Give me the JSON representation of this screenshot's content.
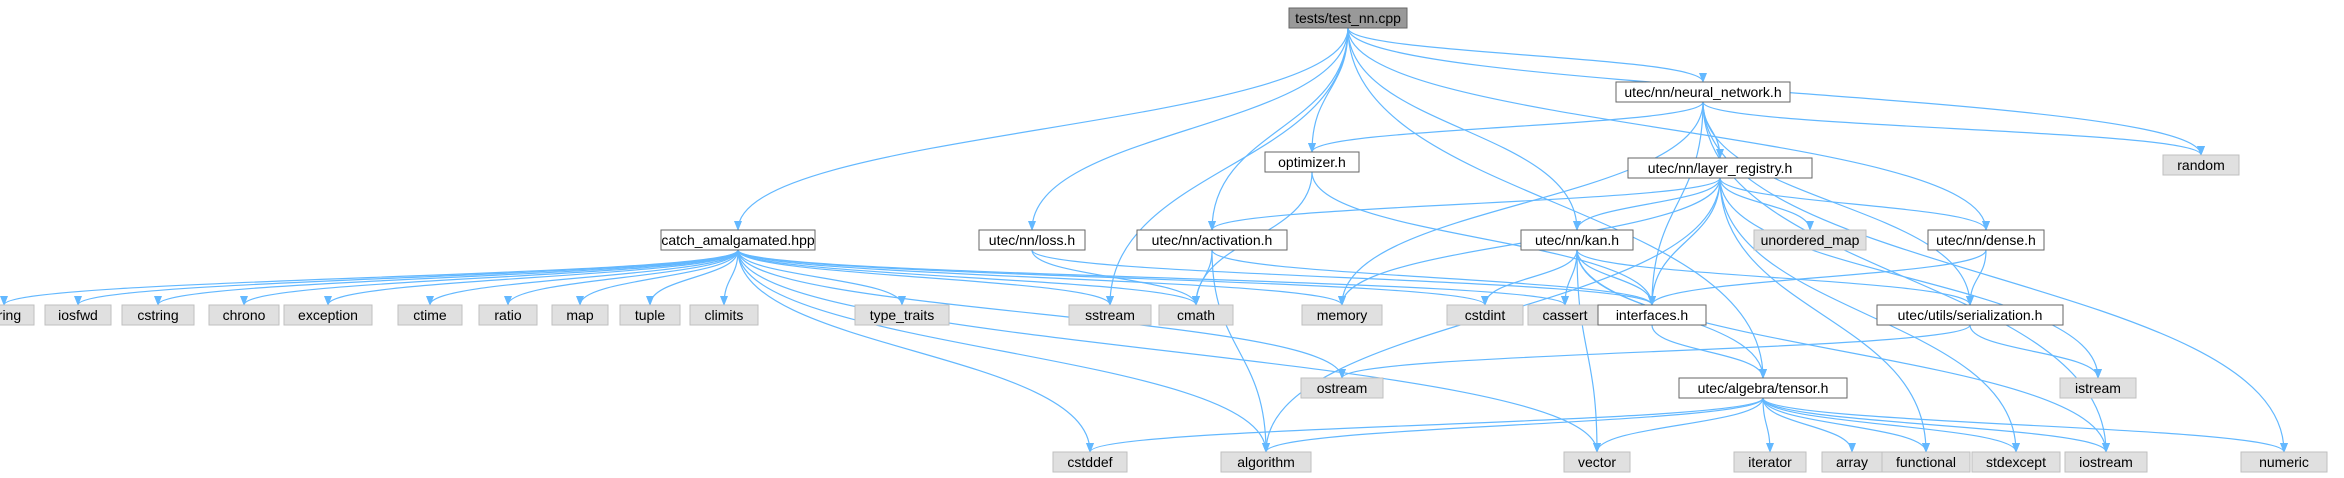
{
  "colors": {
    "edge": "#63b8ff",
    "root_fill": "#999999",
    "project_fill": "#ffffff",
    "system_fill": "#e0e0e0",
    "system_stroke": "#bfbfbf",
    "project_stroke": "#666666",
    "text": "#000000"
  },
  "nodes": [
    {
      "id": "tests_test_nn_cpp",
      "label": "tests/test_nn.cpp",
      "kind": "root"
    },
    {
      "id": "neural_network_h",
      "label": "utec/nn/neural_network.h",
      "kind": "project"
    },
    {
      "id": "random",
      "label": "random",
      "kind": "system"
    },
    {
      "id": "optimizer_h",
      "label": "optimizer.h",
      "kind": "project"
    },
    {
      "id": "layer_registry_h",
      "label": "utec/nn/layer_registry.h",
      "kind": "project"
    },
    {
      "id": "catch_amalgamated_hpp",
      "label": "catch_amalgamated.hpp",
      "kind": "project"
    },
    {
      "id": "loss_h",
      "label": "utec/nn/loss.h",
      "kind": "project"
    },
    {
      "id": "activation_h",
      "label": "utec/nn/activation.h",
      "kind": "project"
    },
    {
      "id": "kan_h",
      "label": "utec/nn/kan.h",
      "kind": "project"
    },
    {
      "id": "unordered_map",
      "label": "unordered_map",
      "kind": "system"
    },
    {
      "id": "dense_h",
      "label": "utec/nn/dense.h",
      "kind": "project"
    },
    {
      "id": "string",
      "label": "string",
      "kind": "system"
    },
    {
      "id": "iosfwd",
      "label": "iosfwd",
      "kind": "system"
    },
    {
      "id": "cstring",
      "label": "cstring",
      "kind": "system"
    },
    {
      "id": "chrono",
      "label": "chrono",
      "kind": "system"
    },
    {
      "id": "exception",
      "label": "exception",
      "kind": "system"
    },
    {
      "id": "ctime",
      "label": "ctime",
      "kind": "system"
    },
    {
      "id": "ratio",
      "label": "ratio",
      "kind": "system"
    },
    {
      "id": "map",
      "label": "map",
      "kind": "system"
    },
    {
      "id": "tuple",
      "label": "tuple",
      "kind": "system"
    },
    {
      "id": "climits",
      "label": "climits",
      "kind": "system"
    },
    {
      "id": "type_traits",
      "label": "type_traits",
      "kind": "system"
    },
    {
      "id": "sstream",
      "label": "sstream",
      "kind": "system"
    },
    {
      "id": "cmath",
      "label": "cmath",
      "kind": "system"
    },
    {
      "id": "memory",
      "label": "memory",
      "kind": "system"
    },
    {
      "id": "cstdint",
      "label": "cstdint",
      "kind": "system"
    },
    {
      "id": "cassert",
      "label": "cassert",
      "kind": "system"
    },
    {
      "id": "interfaces_h",
      "label": "interfaces.h",
      "kind": "project"
    },
    {
      "id": "serialization_h",
      "label": "utec/utils/serialization.h",
      "kind": "project"
    },
    {
      "id": "ostream",
      "label": "ostream",
      "kind": "system"
    },
    {
      "id": "tensor_h",
      "label": "utec/algebra/tensor.h",
      "kind": "project"
    },
    {
      "id": "istream",
      "label": "istream",
      "kind": "system"
    },
    {
      "id": "cstddef",
      "label": "cstddef",
      "kind": "system"
    },
    {
      "id": "algorithm",
      "label": "algorithm",
      "kind": "system"
    },
    {
      "id": "vector",
      "label": "vector",
      "kind": "system"
    },
    {
      "id": "iterator",
      "label": "iterator",
      "kind": "system"
    },
    {
      "id": "array",
      "label": "array",
      "kind": "system"
    },
    {
      "id": "functional",
      "label": "functional",
      "kind": "system"
    },
    {
      "id": "stdexcept",
      "label": "stdexcept",
      "kind": "system"
    },
    {
      "id": "iostream",
      "label": "iostream",
      "kind": "system"
    },
    {
      "id": "numeric",
      "label": "numeric",
      "kind": "system"
    }
  ],
  "edges": [
    [
      "tests_test_nn_cpp",
      "catch_amalgamated_hpp"
    ],
    [
      "tests_test_nn_cpp",
      "sstream"
    ],
    [
      "tests_test_nn_cpp",
      "loss_h"
    ],
    [
      "tests_test_nn_cpp",
      "activation_h"
    ],
    [
      "tests_test_nn_cpp",
      "optimizer_h"
    ],
    [
      "tests_test_nn_cpp",
      "kan_h"
    ],
    [
      "tests_test_nn_cpp",
      "neural_network_h"
    ],
    [
      "tests_test_nn_cpp",
      "random"
    ],
    [
      "tests_test_nn_cpp",
      "dense_h"
    ],
    [
      "tests_test_nn_cpp",
      "tensor_h"
    ],
    [
      "neural_network_h",
      "optimizer_h"
    ],
    [
      "neural_network_h",
      "layer_registry_h"
    ],
    [
      "neural_network_h",
      "random"
    ],
    [
      "neural_network_h",
      "memory"
    ],
    [
      "neural_network_h",
      "interfaces_h"
    ],
    [
      "neural_network_h",
      "serialization_h"
    ],
    [
      "neural_network_h",
      "iostream"
    ],
    [
      "neural_network_h",
      "numeric"
    ],
    [
      "optimizer_h",
      "cmath"
    ],
    [
      "optimizer_h",
      "interfaces_h"
    ],
    [
      "layer_registry_h",
      "activation_h"
    ],
    [
      "layer_registry_h",
      "kan_h"
    ],
    [
      "layer_registry_h",
      "unordered_map"
    ],
    [
      "layer_registry_h",
      "dense_h"
    ],
    [
      "layer_registry_h",
      "memory"
    ],
    [
      "layer_registry_h",
      "interfaces_h"
    ],
    [
      "layer_registry_h",
      "algorithm"
    ],
    [
      "layer_registry_h",
      "functional"
    ],
    [
      "layer_registry_h",
      "stdexcept"
    ],
    [
      "layer_registry_h",
      "istream"
    ],
    [
      "catch_amalgamated_hpp",
      "string"
    ],
    [
      "catch_amalgamated_hpp",
      "iosfwd"
    ],
    [
      "catch_amalgamated_hpp",
      "cstring"
    ],
    [
      "catch_amalgamated_hpp",
      "chrono"
    ],
    [
      "catch_amalgamated_hpp",
      "exception"
    ],
    [
      "catch_amalgamated_hpp",
      "ctime"
    ],
    [
      "catch_amalgamated_hpp",
      "ratio"
    ],
    [
      "catch_amalgamated_hpp",
      "map"
    ],
    [
      "catch_amalgamated_hpp",
      "tuple"
    ],
    [
      "catch_amalgamated_hpp",
      "climits"
    ],
    [
      "catch_amalgamated_hpp",
      "type_traits"
    ],
    [
      "catch_amalgamated_hpp",
      "sstream"
    ],
    [
      "catch_amalgamated_hpp",
      "cmath"
    ],
    [
      "catch_amalgamated_hpp",
      "memory"
    ],
    [
      "catch_amalgamated_hpp",
      "cstdint"
    ],
    [
      "catch_amalgamated_hpp",
      "cassert"
    ],
    [
      "catch_amalgamated_hpp",
      "ostream"
    ],
    [
      "catch_amalgamated_hpp",
      "cstddef"
    ],
    [
      "catch_amalgamated_hpp",
      "algorithm"
    ],
    [
      "catch_amalgamated_hpp",
      "vector"
    ],
    [
      "loss_h",
      "cmath"
    ],
    [
      "loss_h",
      "interfaces_h"
    ],
    [
      "activation_h",
      "cmath"
    ],
    [
      "activation_h",
      "interfaces_h"
    ],
    [
      "activation_h",
      "algorithm"
    ],
    [
      "kan_h",
      "cstdint"
    ],
    [
      "kan_h",
      "cassert"
    ],
    [
      "kan_h",
      "interfaces_h"
    ],
    [
      "kan_h",
      "serialization_h"
    ],
    [
      "kan_h",
      "tensor_h"
    ],
    [
      "kan_h",
      "vector"
    ],
    [
      "kan_h",
      "iostream"
    ],
    [
      "dense_h",
      "interfaces_h"
    ],
    [
      "dense_h",
      "serialization_h"
    ],
    [
      "interfaces_h",
      "tensor_h"
    ],
    [
      "serialization_h",
      "ostream"
    ],
    [
      "serialization_h",
      "istream"
    ],
    [
      "tensor_h",
      "cstddef"
    ],
    [
      "tensor_h",
      "algorithm"
    ],
    [
      "tensor_h",
      "vector"
    ],
    [
      "tensor_h",
      "iterator"
    ],
    [
      "tensor_h",
      "array"
    ],
    [
      "tensor_h",
      "functional"
    ],
    [
      "tensor_h",
      "stdexcept"
    ],
    [
      "tensor_h",
      "iostream"
    ],
    [
      "tensor_h",
      "numeric"
    ]
  ]
}
